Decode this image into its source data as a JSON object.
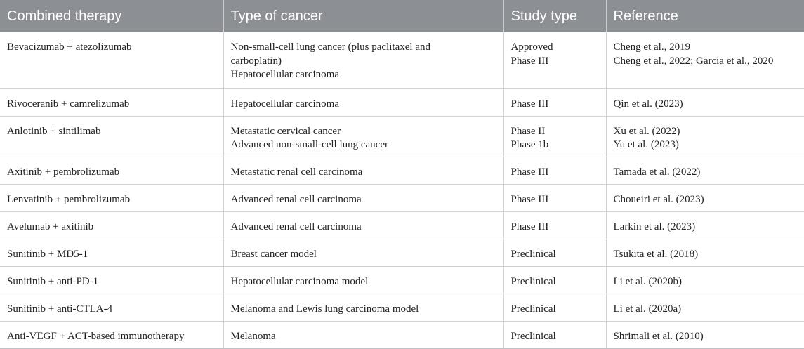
{
  "table": {
    "headers": [
      "Combined therapy",
      "Type of cancer",
      "Study type",
      "Reference"
    ],
    "rows": [
      {
        "therapy": "Bevacizumab + atezolizumab",
        "cancer": [
          "Non-small-cell lung cancer (plus paclitaxel and",
          "carboplatin)",
          "Hepatocellular carcinoma"
        ],
        "study": [
          "Approved",
          "Phase III"
        ],
        "reference": [
          "Cheng et al., 2019",
          "Cheng et al., 2022; Garcia et al., 2020"
        ]
      },
      {
        "therapy": "Rivoceranib + camrelizumab",
        "cancer": [
          "Hepatocellular carcinoma"
        ],
        "study": [
          "Phase III"
        ],
        "reference": [
          "Qin et al. (2023)"
        ]
      },
      {
        "therapy": "Anlotinib + sintilimab",
        "cancer": [
          "Metastatic cervical cancer",
          "Advanced non-small-cell lung cancer"
        ],
        "study": [
          "Phase II",
          "Phase 1b"
        ],
        "reference": [
          "Xu et al. (2022)",
          "Yu et al. (2023)"
        ]
      },
      {
        "therapy": "Axitinib + pembrolizumab",
        "cancer": [
          "Metastatic renal cell carcinoma"
        ],
        "study": [
          "Phase III"
        ],
        "reference": [
          "Tamada et al. (2022)"
        ]
      },
      {
        "therapy": "Lenvatinib + pembrolizumab",
        "cancer": [
          "Advanced renal cell carcinoma"
        ],
        "study": [
          "Phase III"
        ],
        "reference": [
          "Choueiri et al. (2023)"
        ]
      },
      {
        "therapy": "Avelumab + axitinib",
        "cancer": [
          "Advanced renal cell carcinoma"
        ],
        "study": [
          "Phase III"
        ],
        "reference": [
          "Larkin et al. (2023)"
        ]
      },
      {
        "therapy": "Sunitinib + MD5-1",
        "cancer": [
          "Breast cancer model"
        ],
        "study": [
          "Preclinical"
        ],
        "reference": [
          "Tsukita et al. (2018)"
        ]
      },
      {
        "therapy": "Sunitinib + anti-PD-1",
        "cancer": [
          "Hepatocellular carcinoma model"
        ],
        "study": [
          "Preclinical"
        ],
        "reference": [
          "Li et al. (2020b)"
        ]
      },
      {
        "therapy": "Sunitinib + anti-CTLA-4",
        "cancer": [
          "Melanoma and Lewis lung carcinoma model"
        ],
        "study": [
          "Preclinical"
        ],
        "reference": [
          "Li et al. (2020a)"
        ]
      },
      {
        "therapy": "Anti-VEGF + ACT-based immunotherapy",
        "cancer": [
          "Melanoma"
        ],
        "study": [
          "Preclinical"
        ],
        "reference": [
          "Shrimali et al. (2010)"
        ]
      }
    ]
  },
  "colors": {
    "header_background": "#8c8f94",
    "header_text": "#ffffff",
    "body_text": "#222222",
    "grid_line": "#cfd1d4"
  }
}
